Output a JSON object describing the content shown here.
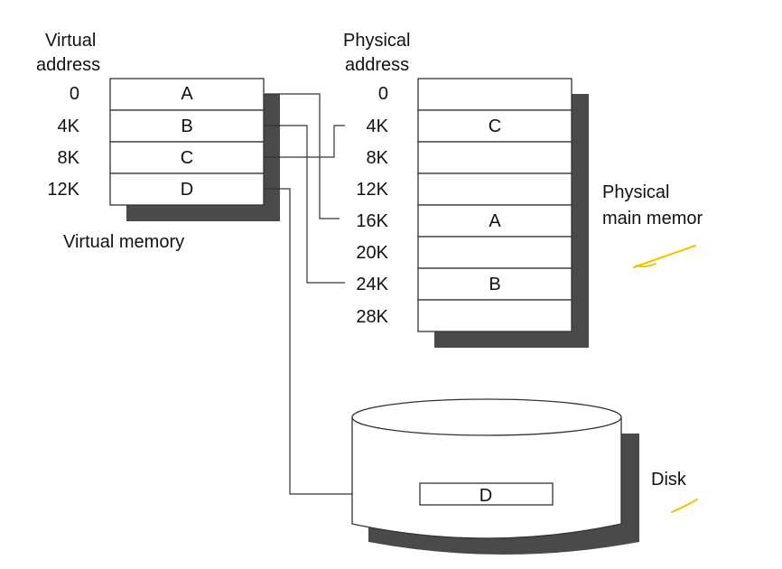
{
  "virtual": {
    "heading_line1": "Virtual",
    "heading_line2": "address",
    "addresses": [
      "0",
      "4K",
      "8K",
      "12K"
    ],
    "pages": [
      "A",
      "B",
      "C",
      "D"
    ],
    "caption": "Virtual memory"
  },
  "physical": {
    "heading_line1": "Physical",
    "heading_line2": "address",
    "addresses": [
      "0",
      "4K",
      "8K",
      "12K",
      "16K",
      "20K",
      "24K",
      "28K"
    ],
    "frames": [
      "",
      "C",
      "",
      "",
      "A",
      "",
      "B",
      ""
    ],
    "caption_line1": "Physical",
    "caption_line2": "main memor"
  },
  "disk": {
    "label": "Disk",
    "page": "D"
  },
  "colors": {
    "shadow": "#4a4a4a",
    "line": "#333333",
    "highlight": "#f2c200"
  }
}
